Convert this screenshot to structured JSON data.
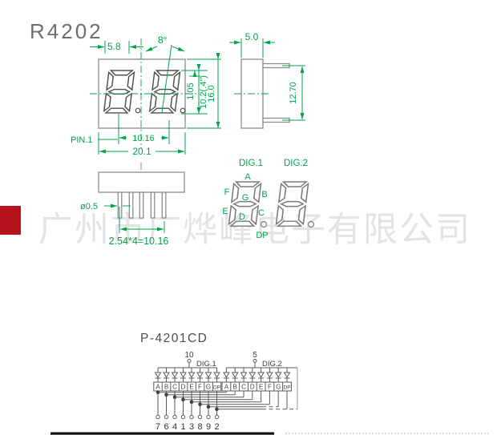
{
  "title": "R4202",
  "watermark": "广州市广烨峰电子有限公司",
  "colors": {
    "dimension_green": "#00a44c",
    "body_gray": "#8c8c8c",
    "schematic_gray": "#5a5a5a",
    "watermark_gray": "#e3e3e3",
    "stamp_red": "#b5121b"
  },
  "front_view": {
    "dim_top_left": "5.8",
    "dim_angle": "8°",
    "dim_seg": "1.05",
    "dim_digit_height": "10.2(.4\")",
    "dim_height": "16.0",
    "pin1_label": "PIN.1",
    "dim_pitch": "10.16",
    "dim_width": "20.1"
  },
  "side_view": {
    "dim_depth": "5.0",
    "dim_pin_span": "12.70"
  },
  "bottom_view": {
    "dim_pin_dia": "ø0.5",
    "dim_pitch": "2.54*4=10.16"
  },
  "segment_diagram": {
    "dig1": "DIG.1",
    "dig2": "DIG.2",
    "labels": {
      "a": "A",
      "f": "F",
      "b": "B",
      "g": "G",
      "e": "E",
      "d": "D",
      "c": "C",
      "dp": "DP"
    }
  },
  "schematic": {
    "title": "P-4201CD",
    "pin10": "10",
    "pin5": "5",
    "dig1": "DIG.1",
    "dig2": "DIG.2",
    "segments": [
      "A",
      "B",
      "C",
      "D",
      "E",
      "F",
      "G",
      "DP"
    ],
    "bottom_pins": [
      "7",
      "6",
      "4",
      "1",
      "3",
      "8",
      "9",
      "2"
    ]
  }
}
